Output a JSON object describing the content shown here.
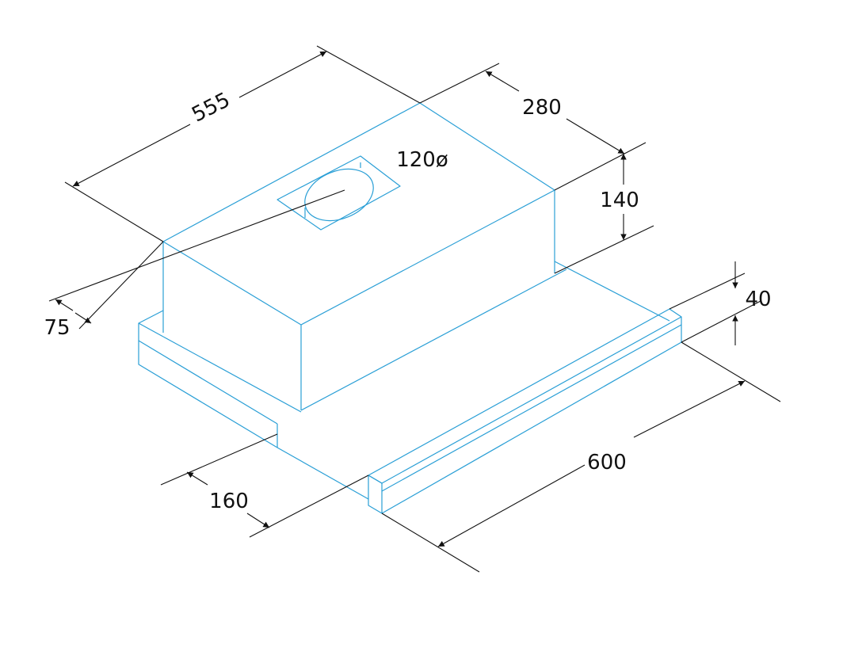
{
  "dimensions": {
    "depth": "555",
    "back_depth": "280",
    "duct_diameter": "120ø",
    "height": "140",
    "offset": "75",
    "front_height": "40",
    "front_depth": "160",
    "width": "600"
  },
  "colors": {
    "hood_outline": "#2a9fd6",
    "dimension_lines": "#111111",
    "background": "#ffffff"
  }
}
